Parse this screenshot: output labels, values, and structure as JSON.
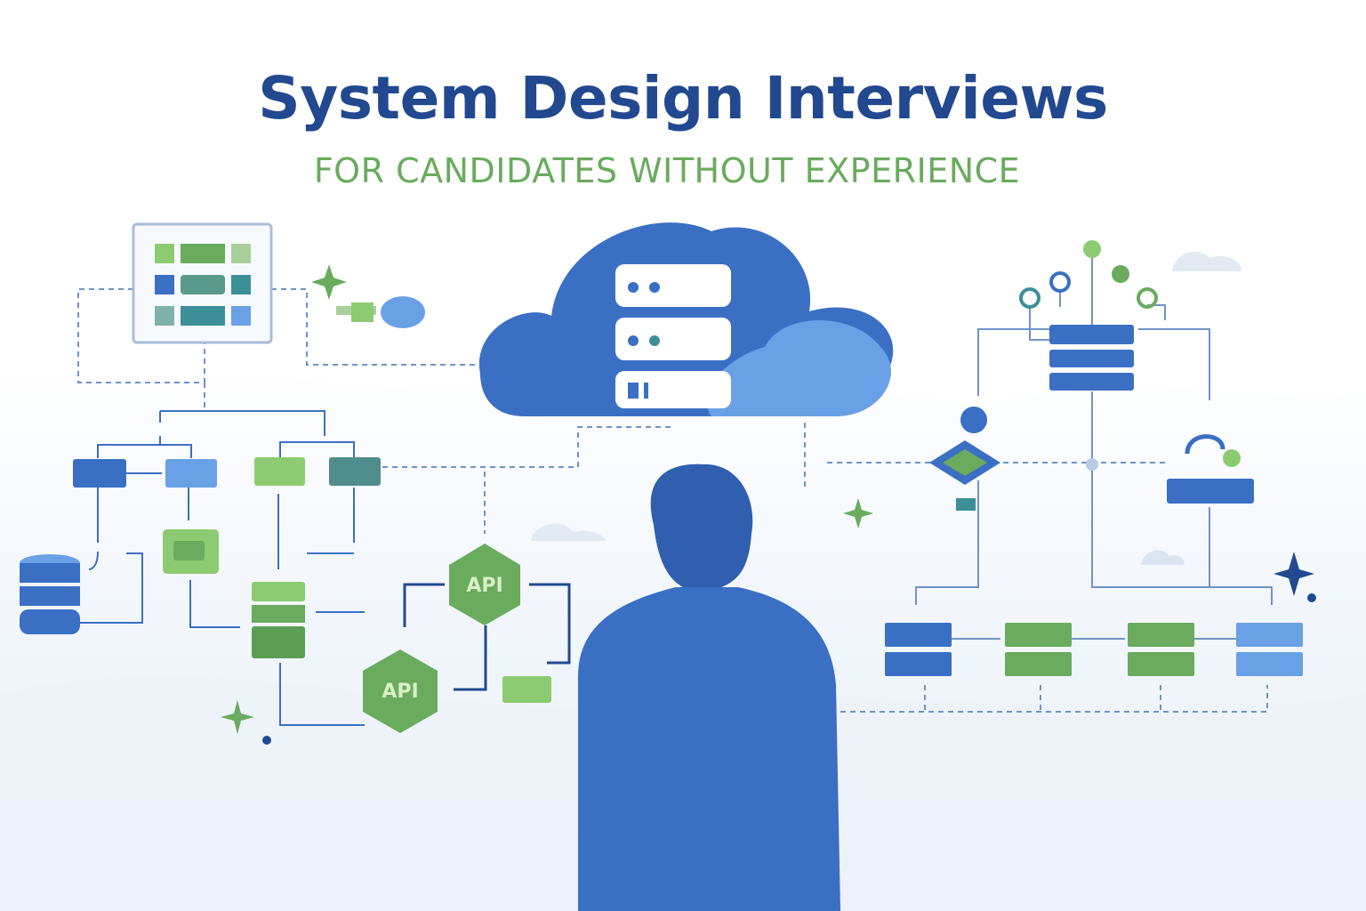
{
  "header": {
    "title": "System Design Interviews",
    "subtitle": "FOR CANDIDATES WITHOUT EXPERIENCE"
  },
  "illustration": {
    "api_labels": [
      "API",
      "API"
    ],
    "colors": {
      "primary_blue": "#22498f",
      "mid_blue": "#3b6fc4",
      "light_blue": "#6aa0e6",
      "green": "#6aab5e",
      "light_green": "#8dcb72",
      "teal": "#3d8f98",
      "background_wash": "#eef4fb"
    },
    "elements": [
      "dashboard-panel",
      "cloud-server",
      "database-stack",
      "api-hexagon",
      "load-balancer",
      "server-rack",
      "message-bubble",
      "person-silhouette",
      "router",
      "server-nodes"
    ]
  }
}
